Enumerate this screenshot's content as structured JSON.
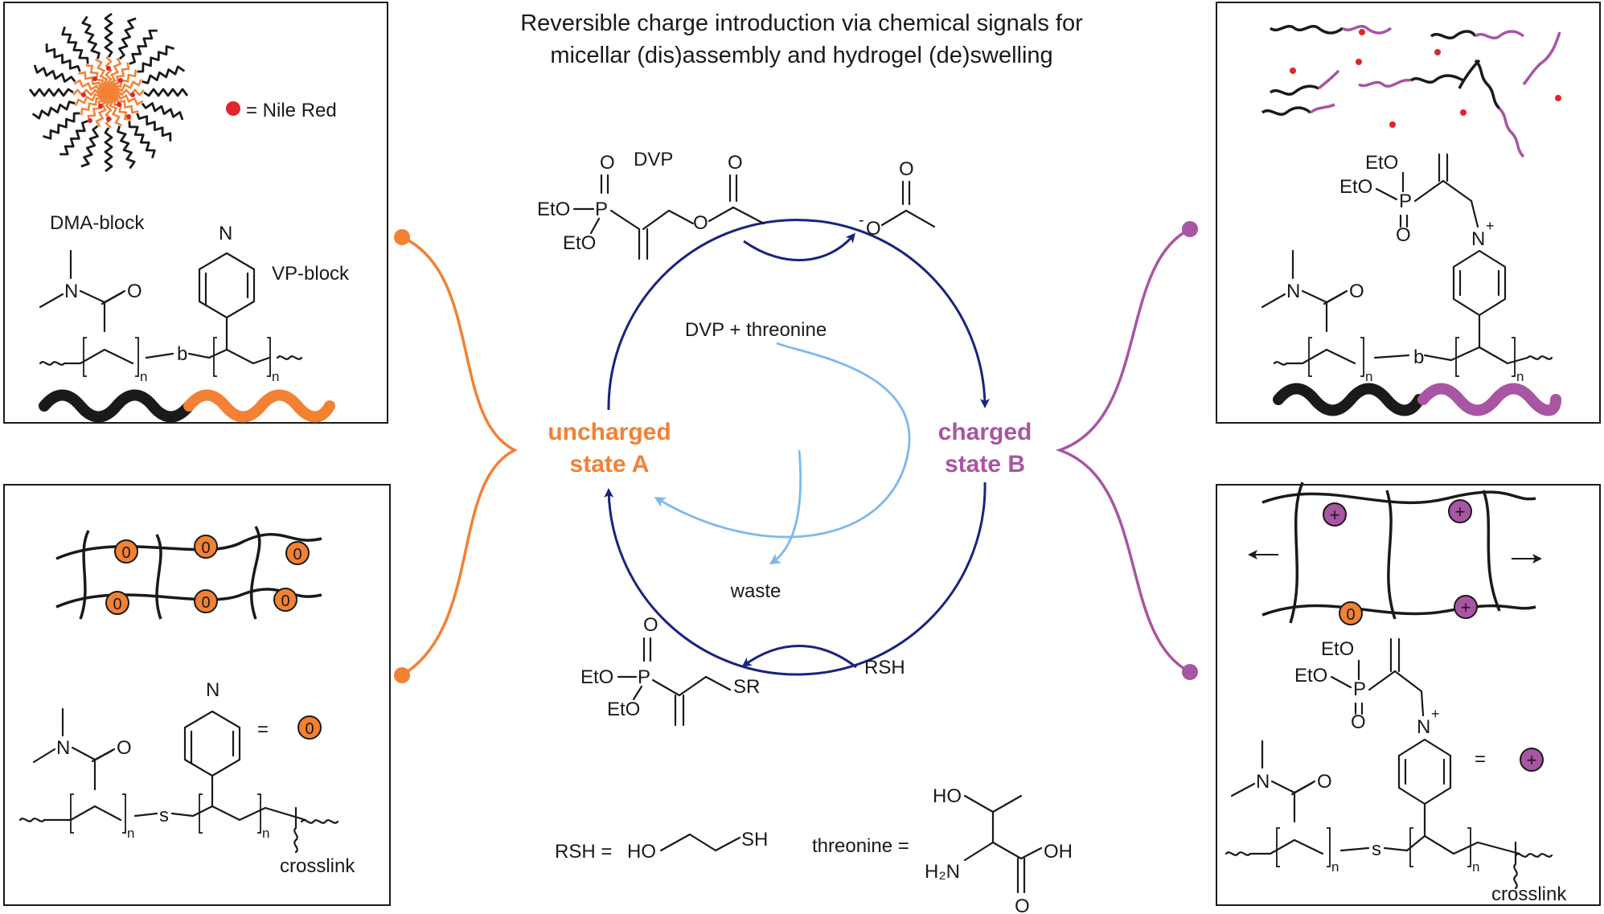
{
  "title": {
    "line1": "Reversible charge introduction via chemical signals for",
    "line2": "micellar (dis)assembly and hydrogel (de)swelling"
  },
  "colors": {
    "orange": "#f28134",
    "purple": "#a855a3",
    "navy": "#1a237e",
    "light_blue": "#7db9ef",
    "black": "#1a1a1a",
    "nile_red": "#e0252b"
  },
  "states": {
    "uncharged_line1": "uncharged",
    "uncharged_line2": "state A",
    "charged_line1": "charged",
    "charged_line2": "state B"
  },
  "cycle": {
    "dvp_label": "DVP",
    "dvp_threonine": "DVP + threonine",
    "waste": "waste",
    "rsh": "RSH"
  },
  "panel_tl": {
    "legend": "= Nile Red",
    "dma_block": "DMA-block",
    "vp_block": "VP-block",
    "b": "b"
  },
  "panel_bl": {
    "equals": "=",
    "crosslink": "crosslink",
    "zero": "0",
    "s": "s"
  },
  "panel_br": {
    "equals": "=",
    "crosslink": "crosslink",
    "plus": "+",
    "zero": "0",
    "s": "s"
  },
  "panel_tr": {
    "b": "b"
  },
  "atoms": {
    "eto": "EtO",
    "o": "O",
    "p": "P",
    "n": "N",
    "nplus": "+",
    "minus": "-",
    "sr": "SR",
    "ho": "HO",
    "sh": "SH",
    "oh": "OH",
    "h2n": "H₂N",
    "sub_n": "n"
  },
  "definitions": {
    "rsh_eq": "RSH =",
    "threonine_eq": "threonine ="
  }
}
